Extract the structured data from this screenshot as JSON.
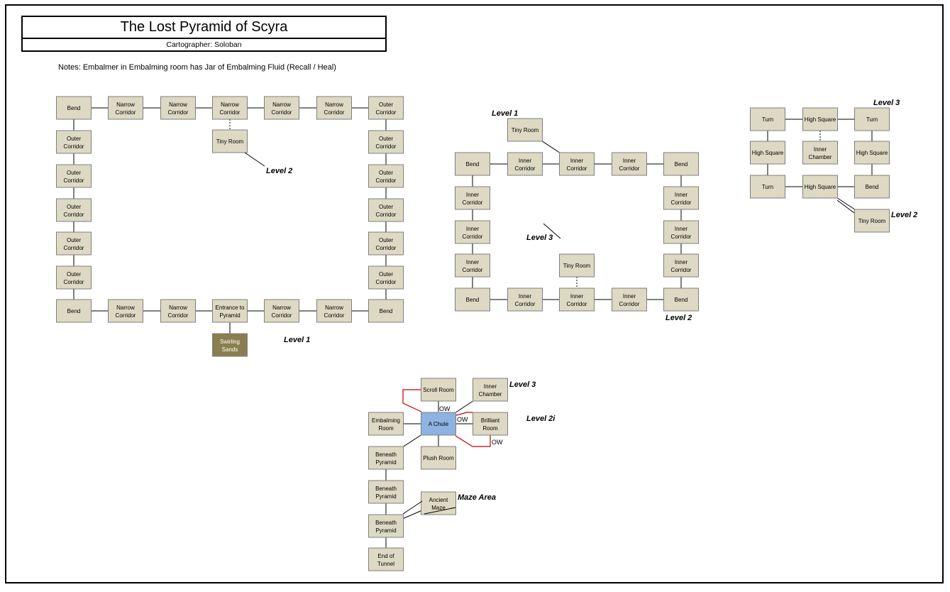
{
  "title": "The Lost Pyramid of Scyra",
  "cartographer": "Cartographer: Soloban",
  "notes": "Notes: Embalmer in Embalming room has Jar of Embalming Fluid (Recall / Heal)",
  "colors": {
    "room_fill": "#ddd9c3",
    "room_border": "#7f7f7f",
    "sand_fill": "#8a7e50",
    "chute_fill": "#8db3e2",
    "oneway_line": "#c00000"
  },
  "rooms": [
    {
      "id": "l1_bend_tl",
      "label": "Bend"
    },
    {
      "id": "l1_nc_t1",
      "label": "Narrow Corridor"
    },
    {
      "id": "l1_nc_t2",
      "label": "Narrow Corridor"
    },
    {
      "id": "l1_nc_t3",
      "label": "Narrow Corridor"
    },
    {
      "id": "l1_nc_t4",
      "label": "Narrow Corridor"
    },
    {
      "id": "l1_nc_t5",
      "label": "Narrow Corridor"
    },
    {
      "id": "l1_oc_tr",
      "label": "Outer Corridor"
    },
    {
      "id": "l1_oc_l1",
      "label": "Outer Corridor"
    },
    {
      "id": "l1_oc_l2",
      "label": "Outer Corridor"
    },
    {
      "id": "l1_oc_l3",
      "label": "Outer Corridor"
    },
    {
      "id": "l1_oc_l4",
      "label": "Outer Corridor"
    },
    {
      "id": "l1_oc_l5",
      "label": "Outer Corridor"
    },
    {
      "id": "l1_oc_r1",
      "label": "Outer Corridor"
    },
    {
      "id": "l1_oc_r2",
      "label": "Outer Corridor"
    },
    {
      "id": "l1_oc_r3",
      "label": "Outer Corridor"
    },
    {
      "id": "l1_oc_r4",
      "label": "Outer Corridor"
    },
    {
      "id": "l1_oc_r5",
      "label": "Outer Corridor"
    },
    {
      "id": "l1_tiny",
      "label": "Tiny Room"
    },
    {
      "id": "l1_bend_bl",
      "label": "Bend"
    },
    {
      "id": "l1_nc_b1",
      "label": "Narrow Corridor"
    },
    {
      "id": "l1_nc_b2",
      "label": "Narrow Corridor"
    },
    {
      "id": "l1_entrance",
      "label": "Entrance to Pyramid"
    },
    {
      "id": "l1_nc_b4",
      "label": "Narrow Corridor"
    },
    {
      "id": "l1_nc_b5",
      "label": "Narrow Corridor"
    },
    {
      "id": "l1_bend_br",
      "label": "Bend"
    },
    {
      "id": "l1_sands",
      "label": "Swirling Sands",
      "fill": "sand"
    },
    {
      "id": "l2_tiny_top",
      "label": "Tiny Room"
    },
    {
      "id": "l2_bend_tl",
      "label": "Bend"
    },
    {
      "id": "l2_ic_t1",
      "label": "Inner Corridor"
    },
    {
      "id": "l2_ic_t2",
      "label": "Inner Corridor"
    },
    {
      "id": "l2_ic_t3",
      "label": "Inner Corridor"
    },
    {
      "id": "l2_bend_tr",
      "label": "Bend"
    },
    {
      "id": "l2_ic_l1",
      "label": "Inner Corridor"
    },
    {
      "id": "l2_ic_l2",
      "label": "Inner Corridor"
    },
    {
      "id": "l2_ic_l3",
      "label": "Inner Corridor"
    },
    {
      "id": "l2_ic_r1",
      "label": "Inner Corridor"
    },
    {
      "id": "l2_ic_r2",
      "label": "Inner Corridor"
    },
    {
      "id": "l2_ic_r3",
      "label": "Inner Corridor"
    },
    {
      "id": "l2_tiny_mid",
      "label": "Tiny Room"
    },
    {
      "id": "l2_bend_bl",
      "label": "Bend"
    },
    {
      "id": "l2_ic_b1",
      "label": "Inner Corridor"
    },
    {
      "id": "l2_ic_b2",
      "label": "Inner Corridor"
    },
    {
      "id": "l2_ic_b3",
      "label": "Inner Corridor"
    },
    {
      "id": "l2_bend_br",
      "label": "Bend"
    },
    {
      "id": "l3_turn_tl",
      "label": "Turn"
    },
    {
      "id": "l3_hs_top",
      "label": "High Square"
    },
    {
      "id": "l3_turn_tr",
      "label": "Turn"
    },
    {
      "id": "l3_hs_left",
      "label": "High Square"
    },
    {
      "id": "l3_inner",
      "label": "Inner Chamber"
    },
    {
      "id": "l3_hs_right",
      "label": "High Square"
    },
    {
      "id": "l3_turn_bl",
      "label": "Turn"
    },
    {
      "id": "l3_hs_bot",
      "label": "High Square"
    },
    {
      "id": "l3_bend",
      "label": "Bend"
    },
    {
      "id": "l3_tiny",
      "label": "Tiny Room"
    },
    {
      "id": "l2i_scroll",
      "label": "Scroll Room"
    },
    {
      "id": "l2i_inner",
      "label": "Inner Chamber"
    },
    {
      "id": "l2i_embalm",
      "label": "Embalming Room"
    },
    {
      "id": "l2i_chute",
      "label": "A Chute",
      "fill": "chute"
    },
    {
      "id": "l2i_brilliant",
      "label": "Brilliant Room"
    },
    {
      "id": "l2i_bp1",
      "label": "Beneath Pyramid"
    },
    {
      "id": "l2i_plush",
      "label": "Plush Room"
    },
    {
      "id": "l2i_bp2",
      "label": "Beneath Pyramid"
    },
    {
      "id": "l2i_maze",
      "label": "Ancient Maze"
    },
    {
      "id": "l2i_bp3",
      "label": "Beneath Pyramid"
    },
    {
      "id": "l2i_end",
      "label": "End of Tunnel"
    }
  ],
  "level_labels": [
    {
      "id": "lbl_l1a",
      "text": "Level 2"
    },
    {
      "id": "lbl_l1b",
      "text": "Level 1"
    },
    {
      "id": "lbl_l2a",
      "text": "Level 1"
    },
    {
      "id": "lbl_l2b",
      "text": "Level 3"
    },
    {
      "id": "lbl_l2c",
      "text": "Level 2"
    },
    {
      "id": "lbl_l3a",
      "text": "Level 3"
    },
    {
      "id": "lbl_l3b",
      "text": "Level 2"
    },
    {
      "id": "lbl_l2ia",
      "text": "Level 3"
    },
    {
      "id": "lbl_l2ib",
      "text": "Level 2i"
    },
    {
      "id": "lbl_maze",
      "text": "Maze Area"
    }
  ],
  "oneway_labels": [
    {
      "id": "ow_top",
      "text": "OW"
    },
    {
      "id": "ow_right",
      "text": "OW"
    },
    {
      "id": "ow_bottom",
      "text": "OW"
    }
  ]
}
